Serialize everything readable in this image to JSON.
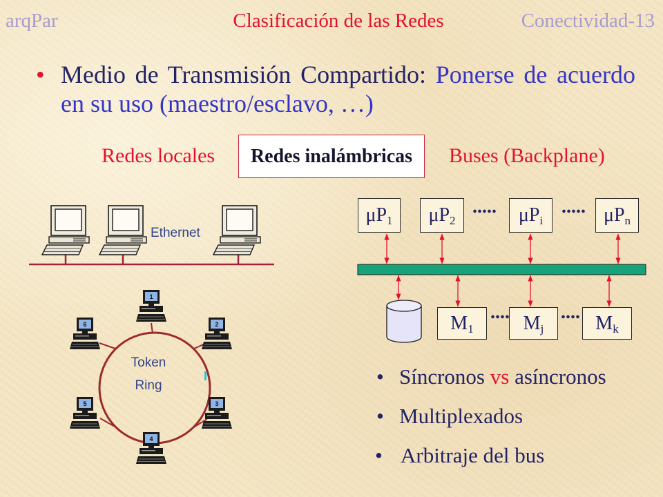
{
  "header": {
    "left": "arqPar",
    "title": "Clasificación de las Redes",
    "right": "Conectividad-13"
  },
  "bullet": "•",
  "intro": {
    "lead": "Medio de Transmisión Compartido:",
    "emphasis": "Ponerse de acuerdo",
    "continuation": "en su uso (maestro/esclavo, …)"
  },
  "categories": {
    "local_networks": "Redes locales",
    "wireless_networks": "Redes inalámbricas",
    "buses": "Buses (Backplane)"
  },
  "ethernet": {
    "label": "Ethernet",
    "computer_icon": "desktop-computer-icon"
  },
  "token_ring": {
    "label_top": "Token",
    "label_bottom": "Ring",
    "nodes": [
      "1",
      "2",
      "3",
      "4",
      "5",
      "6"
    ],
    "computer_icon": "desktop-computer-icon"
  },
  "bus": {
    "processors": [
      {
        "symbol": "μP",
        "index": "1"
      },
      {
        "symbol": "μP",
        "index": "2"
      },
      {
        "symbol": "μP",
        "index": "i"
      },
      {
        "symbol": "μP",
        "index": "n"
      }
    ],
    "memories": [
      {
        "symbol": "M",
        "index": "1"
      },
      {
        "symbol": "M",
        "index": "j"
      },
      {
        "symbol": "M",
        "index": "k"
      }
    ],
    "processor_ellipsis": ".....",
    "memory_ellipsis": "....",
    "storage_icon": "disk-cylinder-icon"
  },
  "bus_topics": [
    {
      "before": "Síncronos",
      "highlight": "vs",
      "after": "asíncronos"
    },
    {
      "text": "Multiplexados"
    },
    {
      "text": "Arbitraje del bus"
    }
  ],
  "colors": {
    "accent_red": "#e3122c",
    "text_navy": "#222266",
    "text_blue": "#3535c6",
    "header_muted": "#a99ccc",
    "bus_green": "#16a37a",
    "ring_brown": "#9c2a2a",
    "label_blue": "#34448c"
  }
}
